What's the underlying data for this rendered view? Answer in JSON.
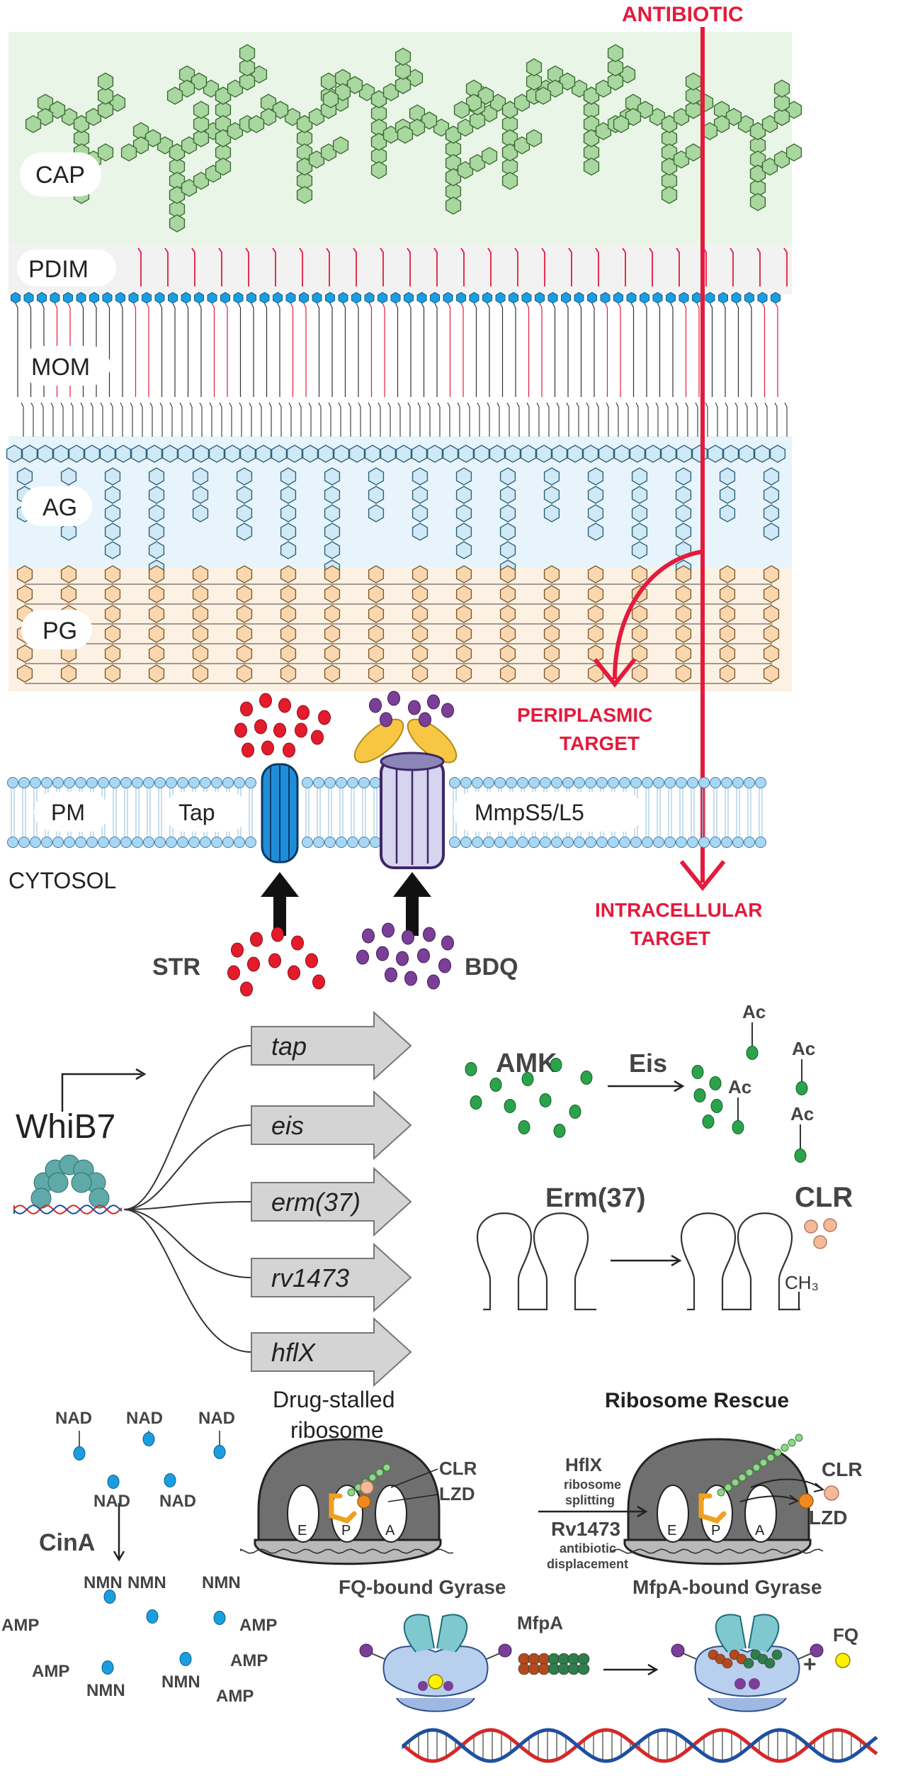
{
  "colors": {
    "antibiotic_red": "#e31b3c",
    "cap_green": "#a8d8a0",
    "ag_blue": "#cfe9f6",
    "pg_orange": "#fbd7b0",
    "membrane_blue": "#a9d6f2",
    "str_red": "#e31b2b",
    "bdq_purple": "#7b3f98",
    "amk_green": "#2aa34a",
    "nad_blue": "#1a9ee0",
    "clr_peach": "#f6b89a",
    "lzd_orange": "#f08a1e",
    "tap_blue": "#1f8ed8",
    "mmp_lavender": "#d6d4ee",
    "gene_arrow_gray": "#d4d4d4"
  },
  "envelope": {
    "layers": [
      "CAP",
      "PDIM",
      "MOM",
      "AG",
      "PG"
    ],
    "antibiotic_label": "ANTIBIOTIC",
    "periplasmic_target": [
      "PERIPLASMIC",
      "TARGET"
    ],
    "intracellular_target": [
      "INTRACELLULAR",
      "TARGET"
    ]
  },
  "membrane": {
    "pm_label": "PM",
    "tap_label": "Tap",
    "mmp_label": "MmpS5/L5",
    "cytosol_label": "CYTOSOL"
  },
  "drugs": {
    "str_label": "STR",
    "bdq_label": "BDQ",
    "amk_label": "AMK",
    "clr_label": "CLR",
    "lzd_label": "LZD",
    "fq_label": "FQ"
  },
  "regulon": {
    "regulator": "WhiB7",
    "genes": [
      "tap",
      "eis",
      "erm(37)",
      "rv1473",
      "hflX"
    ]
  },
  "eis_reaction": {
    "enzyme": "Eis",
    "acetyl": "Ac"
  },
  "erm_reaction": {
    "enzyme": "Erm(37)",
    "methyl": "CH₃"
  },
  "cina_reaction": {
    "enzyme": "CinA",
    "substrate": "NAD",
    "product_a": "NMN",
    "product_b": "AMP"
  },
  "ribosome": {
    "stalled_title": [
      "Drug-stalled",
      "ribosome"
    ],
    "rescue_title": "Ribosome Rescue",
    "site_e": "E",
    "site_p": "P",
    "site_a": "A",
    "hflx_label": "HflX",
    "hflx_action": [
      "ribosome",
      "splitting"
    ],
    "rv1473_label": "Rv1473",
    "rv1473_action": [
      "antibiotic",
      "displacement"
    ]
  },
  "gyrase": {
    "fq_bound_title": "FQ-bound Gyrase",
    "mfpa_bound_title": "MfpA-bound Gyrase",
    "mfpa_label": "MfpA",
    "plus_sign": "+"
  }
}
